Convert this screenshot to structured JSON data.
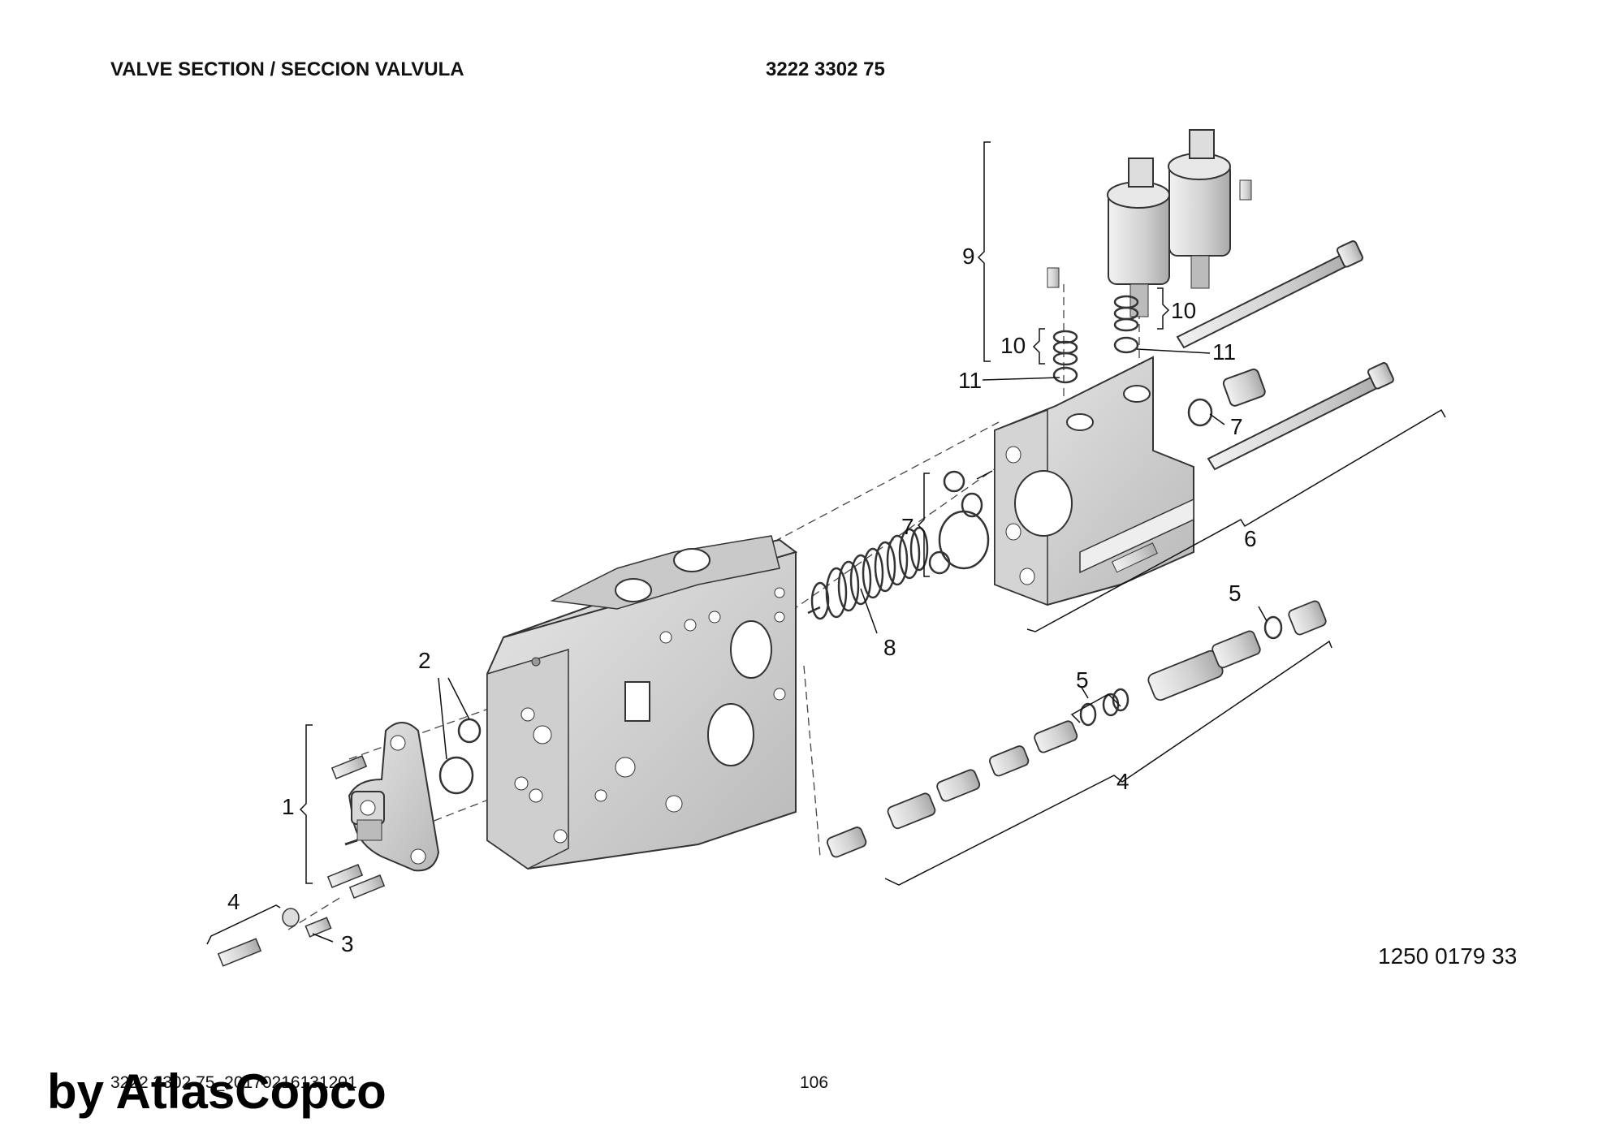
{
  "header": {
    "title": "VALVE SECTION / SECCION VALVULA",
    "part_number": "3222 3302 75"
  },
  "diagram": {
    "reference_number": "1250 0179 33",
    "callouts": [
      {
        "id": "c1",
        "label": "1"
      },
      {
        "id": "c2",
        "label": "2"
      },
      {
        "id": "c3",
        "label": "3"
      },
      {
        "id": "c4a",
        "label": "4"
      },
      {
        "id": "c4b",
        "label": "4"
      },
      {
        "id": "c5a",
        "label": "5"
      },
      {
        "id": "c5b",
        "label": "5"
      },
      {
        "id": "c6",
        "label": "6"
      },
      {
        "id": "c7a",
        "label": "7"
      },
      {
        "id": "c7b",
        "label": "7"
      },
      {
        "id": "c8",
        "label": "8"
      },
      {
        "id": "c9",
        "label": "9"
      },
      {
        "id": "c10a",
        "label": "10"
      },
      {
        "id": "c10b",
        "label": "10"
      },
      {
        "id": "c11a",
        "label": "11"
      },
      {
        "id": "c11b",
        "label": "11"
      }
    ]
  },
  "footer": {
    "document_id": "3222 3302 75_20170216131201",
    "page_number": "106"
  },
  "watermark": "by AtlasCopco"
}
